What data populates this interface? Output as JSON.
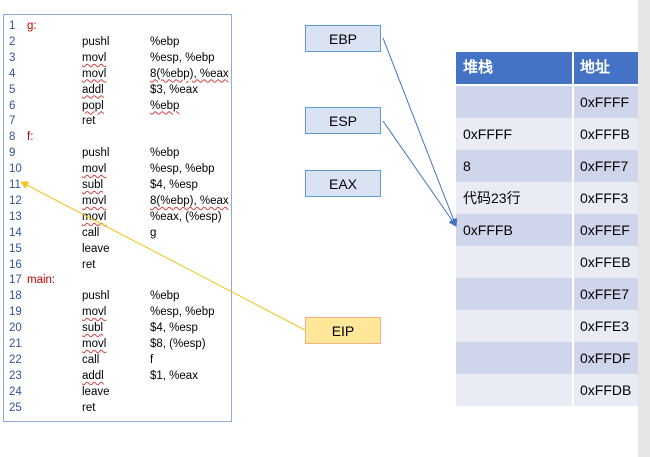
{
  "code": {
    "lines": [
      {
        "num": "1",
        "label": "g:",
        "op": "",
        "args": "",
        "op_squiggle": false,
        "args_squiggle": false
      },
      {
        "num": "2",
        "label": "",
        "op": "pushl",
        "args": "%ebp",
        "op_squiggle": false,
        "args_squiggle": false
      },
      {
        "num": "3",
        "label": "",
        "op": "movl",
        "args": "%esp, %ebp",
        "op_squiggle": true,
        "args_squiggle": false
      },
      {
        "num": "4",
        "label": "",
        "op": "movl",
        "args": "8(%ebp), %eax",
        "op_squiggle": true,
        "args_squiggle": true
      },
      {
        "num": "5",
        "label": "",
        "op": "addl",
        "args": "$3, %eax",
        "op_squiggle": true,
        "args_squiggle": false
      },
      {
        "num": "6",
        "label": "",
        "op": "popl",
        "args": "%ebp",
        "op_squiggle": true,
        "args_squiggle": true
      },
      {
        "num": "7",
        "label": "",
        "op": "ret",
        "args": "",
        "op_squiggle": false,
        "args_squiggle": false
      },
      {
        "num": "8",
        "label": "f:",
        "op": "",
        "args": "",
        "op_squiggle": false,
        "args_squiggle": false
      },
      {
        "num": "9",
        "label": "",
        "op": "pushl",
        "args": "%ebp",
        "op_squiggle": false,
        "args_squiggle": false
      },
      {
        "num": "10",
        "label": "",
        "op": "movl",
        "args": "%esp, %ebp",
        "op_squiggle": true,
        "args_squiggle": false
      },
      {
        "num": "11",
        "label": "",
        "op": "subl",
        "args": "$4, %esp",
        "op_squiggle": true,
        "args_squiggle": false
      },
      {
        "num": "12",
        "label": "",
        "op": "movl",
        "args": "8(%ebp), %eax",
        "op_squiggle": true,
        "args_squiggle": true
      },
      {
        "num": "13",
        "label": "",
        "op": "movl",
        "args": "%eax, (%esp)",
        "op_squiggle": true,
        "args_squiggle": false
      },
      {
        "num": "14",
        "label": "",
        "op": "call",
        "args": "g",
        "op_squiggle": false,
        "args_squiggle": false
      },
      {
        "num": "15",
        "label": "",
        "op": "leave",
        "args": "",
        "op_squiggle": false,
        "args_squiggle": false
      },
      {
        "num": "16",
        "label": "",
        "op": "ret",
        "args": "",
        "op_squiggle": false,
        "args_squiggle": false
      },
      {
        "num": "17",
        "label": "main:",
        "op": "",
        "args": "",
        "op_squiggle": false,
        "args_squiggle": false
      },
      {
        "num": "18",
        "label": "",
        "op": "pushl",
        "args": "%ebp",
        "op_squiggle": false,
        "args_squiggle": false
      },
      {
        "num": "19",
        "label": "",
        "op": "movl",
        "args": "%esp, %ebp",
        "op_squiggle": true,
        "args_squiggle": false
      },
      {
        "num": "20",
        "label": "",
        "op": "subl",
        "args": "$4, %esp",
        "op_squiggle": true,
        "args_squiggle": false
      },
      {
        "num": "21",
        "label": "",
        "op": "movl",
        "args": "$8, (%esp)",
        "op_squiggle": true,
        "args_squiggle": false
      },
      {
        "num": "22",
        "label": "",
        "op": "call",
        "args": "f",
        "op_squiggle": false,
        "args_squiggle": false
      },
      {
        "num": "23",
        "label": "",
        "op": "addl",
        "args": "$1, %eax",
        "op_squiggle": true,
        "args_squiggle": false
      },
      {
        "num": "24",
        "label": "",
        "op": "leave",
        "args": "",
        "op_squiggle": false,
        "args_squiggle": false
      },
      {
        "num": "25",
        "label": "",
        "op": "ret",
        "args": "",
        "op_squiggle": false,
        "args_squiggle": false
      }
    ]
  },
  "registers": {
    "ebp": "EBP",
    "esp": "ESP",
    "eax": "EAX",
    "eip": "EIP"
  },
  "stack_table": {
    "headers": [
      "堆栈",
      "地址"
    ],
    "rows": [
      {
        "value": "",
        "address": "0xFFFF"
      },
      {
        "value": "0xFFFF",
        "address": "0xFFFB"
      },
      {
        "value": "8",
        "address": "0xFFF7"
      },
      {
        "value": "代码23行",
        "address": "0xFFF3"
      },
      {
        "value": "0xFFFB",
        "address": "0xFFEF"
      },
      {
        "value": "",
        "address": "0xFFEB"
      },
      {
        "value": "",
        "address": "0xFFE7"
      },
      {
        "value": "",
        "address": "0xFFE3"
      },
      {
        "value": "",
        "address": "0xFFDF"
      },
      {
        "value": "",
        "address": "0xFFDB"
      }
    ]
  },
  "colors": {
    "header_bg": "#4472c4",
    "row_dark": "#cfd5ea",
    "row_light": "#e9ebf5",
    "register_blue": "#dae3f3",
    "register_yellow": "#ffe699",
    "label_red": "#c00000",
    "line_num_blue": "#2f5597",
    "arrow_blue": "#4472c4",
    "arrow_yellow": "#f0c419"
  }
}
